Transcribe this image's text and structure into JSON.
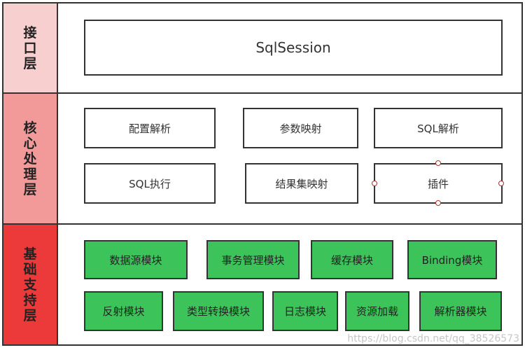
{
  "colors": {
    "layer1_label_bg": "#f7cfcf",
    "layer2_label_bg": "#f29a9a",
    "layer3_label_bg": "#ec3a3a",
    "module_green": "#3cc35a",
    "border": "#333333"
  },
  "layers": {
    "interface": {
      "label": "接口层",
      "box": "SqlSession"
    },
    "core": {
      "label": "核心处理层",
      "row1": [
        "配置解析",
        "参数映射",
        "SQL解析"
      ],
      "row2": [
        "SQL执行",
        "结果集映射",
        "插件"
      ]
    },
    "support": {
      "label": "基础支持层",
      "row1": [
        "数据源模块",
        "事务管理模块",
        "缓存模块",
        "Binding模块"
      ],
      "row2": [
        "反射模块",
        "类型转换模块",
        "日志模块",
        "资源加载",
        "解析器模块"
      ]
    }
  },
  "watermark": "https://blog.csdn.net/qq_38526573"
}
